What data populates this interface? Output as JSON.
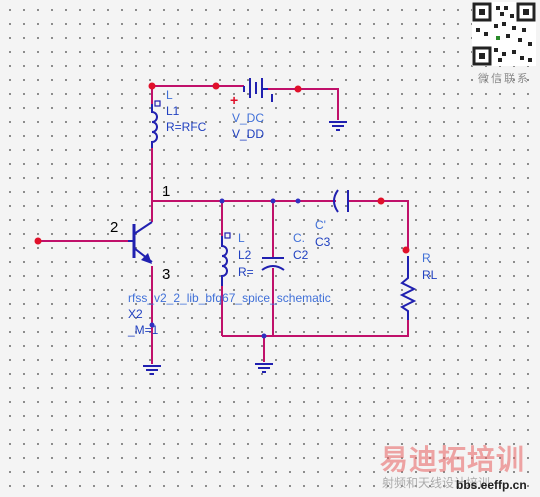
{
  "components": {
    "L1": {
      "part": "L",
      "ref": "L1",
      "param": "R=RFC"
    },
    "V_DC": {
      "part": "V_DC",
      "value": "V_DD"
    },
    "L2": {
      "part": "L",
      "ref": "L2",
      "param": "R="
    },
    "C2": {
      "part": "C.",
      "ref": "C2"
    },
    "C3": {
      "part": "C'",
      "ref": "C3"
    },
    "RL": {
      "part": "R",
      "ref": "RL"
    },
    "X2": {
      "model": "rfss_v2_2_lib_bfq67_spice_schematic",
      "ref": "X2",
      "param": "_M=1"
    }
  },
  "pins": {
    "collector": "1",
    "base": "2",
    "emitter": "3"
  },
  "colors": {
    "wire": "#c0106a",
    "component": "#2020b0",
    "label": "#2040c0",
    "pin": "#e0102a",
    "grid_dot": "#707070"
  },
  "icons": [
    "qr-code-icon",
    "ground-icon",
    "battery-icon",
    "npn-transistor-icon"
  ],
  "watermark": {
    "qr_caption": "微信联系",
    "brand": "易迪拓培训",
    "tagline": "射频和天线设计培训",
    "url": "bbs.eeffp.cn"
  }
}
